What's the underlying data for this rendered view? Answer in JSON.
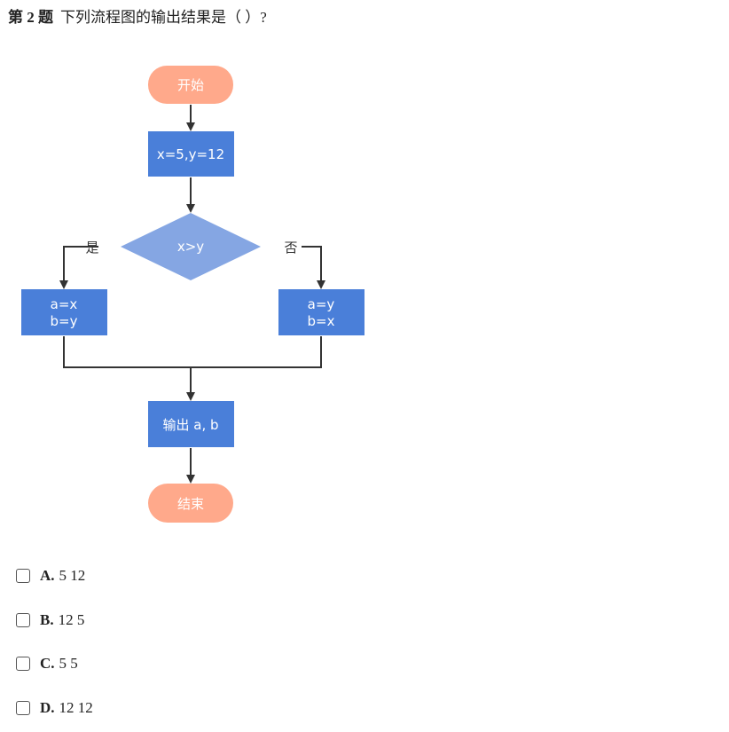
{
  "question": {
    "number_label": "第 2 题",
    "text": "下列流程图的输出结果是（  ）?"
  },
  "flowchart": {
    "start": "开始",
    "init": "x=5,y=12",
    "condition": "x>y",
    "yes_label": "是",
    "no_label": "否",
    "yes_box": [
      "a=x",
      "b=y"
    ],
    "no_box": [
      "a=y",
      "b=x"
    ],
    "output": "输出 a, b",
    "end": "结束",
    "colors": {
      "terminal": "#FFA98B",
      "process": "#4A7FD9",
      "decision": "#85A6E3",
      "line": "#333333"
    }
  },
  "options": [
    {
      "letter": "A.",
      "text": "5 12"
    },
    {
      "letter": "B.",
      "text": "12 5"
    },
    {
      "letter": "C.",
      "text": "5 5"
    },
    {
      "letter": "D.",
      "text": "12 12"
    }
  ]
}
